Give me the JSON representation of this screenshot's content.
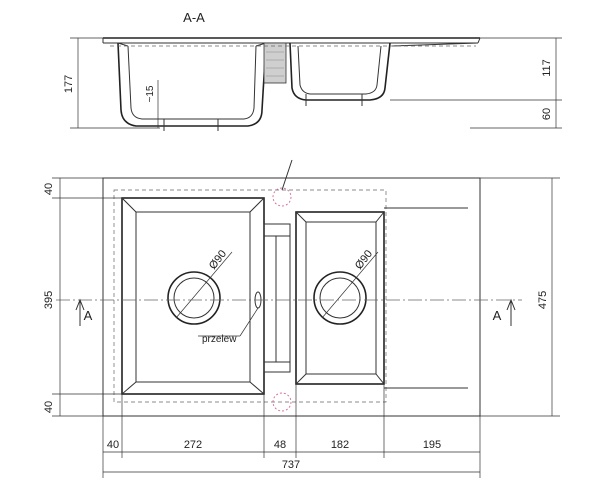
{
  "section": {
    "title": "A-A",
    "marker": "A"
  },
  "dimensions": {
    "width_segments": [
      "40",
      "272",
      "48",
      "182",
      "195"
    ],
    "total_width": "737",
    "left_height": "395",
    "right_height": "475",
    "top_margin": "40",
    "bottom_margin": "40",
    "section_depth_big": "177",
    "section_depth_small": "117",
    "section_drain": "60",
    "wall_thickness": "~15"
  },
  "drains": {
    "big_diameter": "Ø90",
    "small_diameter": "Ø90"
  },
  "overflow_label": "przelew",
  "colors": {
    "line": "#333333",
    "overflow_marker": "#d06a9a",
    "background": "#ffffff"
  }
}
